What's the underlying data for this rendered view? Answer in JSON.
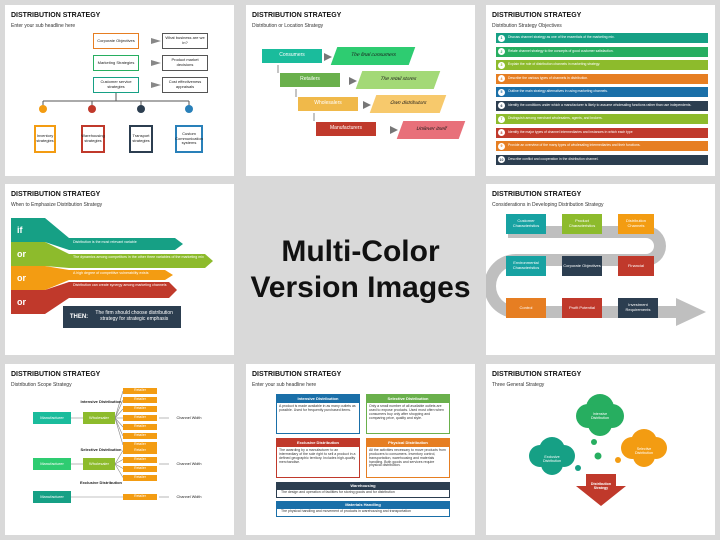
{
  "center": {
    "line1": "Multi-Color",
    "line2": "Version Images"
  },
  "s1": {
    "title": "DISTRIBUTION STRATEGY",
    "subtitle": "Enter your sub headline here",
    "left": [
      "Corporate Objectives",
      "Marketing Strategies",
      "Customer service strategies"
    ],
    "right": [
      "What business are we in?",
      "Product market decisions",
      "Cost effectiveness appraisals"
    ],
    "bottom": [
      "Inventory strategies",
      "Warehousing strategies",
      "Transport strategies",
      "Custom Communication systems"
    ]
  },
  "s2": {
    "title": "DISTRIBUTION STRATEGY",
    "subtitle": "Distribution or Location Strategy",
    "left": [
      "Consumers",
      "Retailers",
      "Wholesalers",
      "Manufacturers"
    ],
    "right": [
      "The final consumers",
      "The retail stores",
      "Own distributors",
      "Unilever itself"
    ]
  },
  "s3": {
    "title": "DISTRIBUTION STRATEGY",
    "subtitle": "Distribution Strategy Objectives",
    "rows": [
      "Discuss channel strategy as one of the essentials of the marketing mix.",
      "Relate channel strategy to the concepts of good customer satisfaction.",
      "Explain the role of distribution channels in marketing strategy.",
      "Describe the various types of channels in distribution.",
      "Outline the main strategy alternatives in using marketing channels.",
      "Identify the conditions under which a manufacturer is likely to assume wholesaling functions rather than use independents.",
      "Distinguish among merchant wholesalers, agents, and brokers.",
      "Identify the major types of channel intermediaries and instances in which each type",
      "Provide an overview of the many types of wholesaling intermediaries and their functions.",
      "Describe conflict and cooperation in the distribution channel."
    ]
  },
  "s4": {
    "title": "DISTRIBUTION STRATEGY",
    "subtitle": "When to Emphasize Distribution Strategy",
    "tags": [
      "if",
      "or",
      "or",
      "or"
    ],
    "rows": [
      "Distribution is the most relevant variable",
      "The dynamics among competitors in the other three variables of the marketing mix",
      "A high degree of competitive vulnerability exists",
      "Distribution can create synergy among marketing channels"
    ],
    "then_label": "THEN:",
    "then_text": "The firm should choose distribution strategy for strategic emphasis"
  },
  "s6": {
    "title": "DISTRIBUTION STRATEGY",
    "subtitle": "Considerations in Developing  Distribution Strategy",
    "boxes": [
      "Customer Characteristics",
      "Product Characteristics",
      "Distribution Channels",
      "Environmental Characteristics",
      "Corporate Objectives",
      "Financial",
      "Control",
      "Profit Potential",
      "Investment Requirements"
    ]
  },
  "s7": {
    "title": "DISTRIBUTION STRATEGY",
    "subtitle": "Distribution Scope Strategy",
    "sections": [
      "Intensive Distribution",
      "Selective Distribution",
      "Exclusive Distribution"
    ],
    "manufacturer": "Manufacturer",
    "wholesaler": "Wholesaler",
    "retailer": "Retailer",
    "channel": "Channel Width"
  },
  "s8": {
    "title": "DISTRIBUTION STRATEGY",
    "subtitle": "Enter your sub headline here",
    "cards": [
      {
        "head": "Intensive Distribution",
        "body": "A product is made available in as many outlets as possible. Used for frequently purchased items."
      },
      {
        "head": "Selective Distribution",
        "body": "Only a small number of all available outlets are used to expose products. Used most often when consumers buy only after shopping and comparing price, quality and style."
      },
      {
        "head": "Exclusive Distribution",
        "body": "The awarding by a manufacturer to an intermediary of the sole right to sell a product in a defined geographic territory. Includes high-quality merchandise."
      },
      {
        "head": "Physical Distribution",
        "body": "All the activities necessary to move products from producers to consumers. Inventory control, transportation, warehousing and materials handling. Both goods and services require physical distribution."
      }
    ],
    "bars": [
      {
        "head": "Warehousing",
        "body": "The design and operation of facilities for storing goods and for distribution"
      },
      {
        "head": "Materials Handling",
        "body": "The physical handling and movement of products in warehousing and transportation"
      }
    ]
  },
  "s9": {
    "title": "DISTRIBUTION STRATEGY",
    "subtitle": "Three General Strategy",
    "clouds": [
      "Intensive Distribution",
      "Selective Distribution",
      "Exclusive Distribution"
    ],
    "arrow": "Distribution Strategy"
  }
}
